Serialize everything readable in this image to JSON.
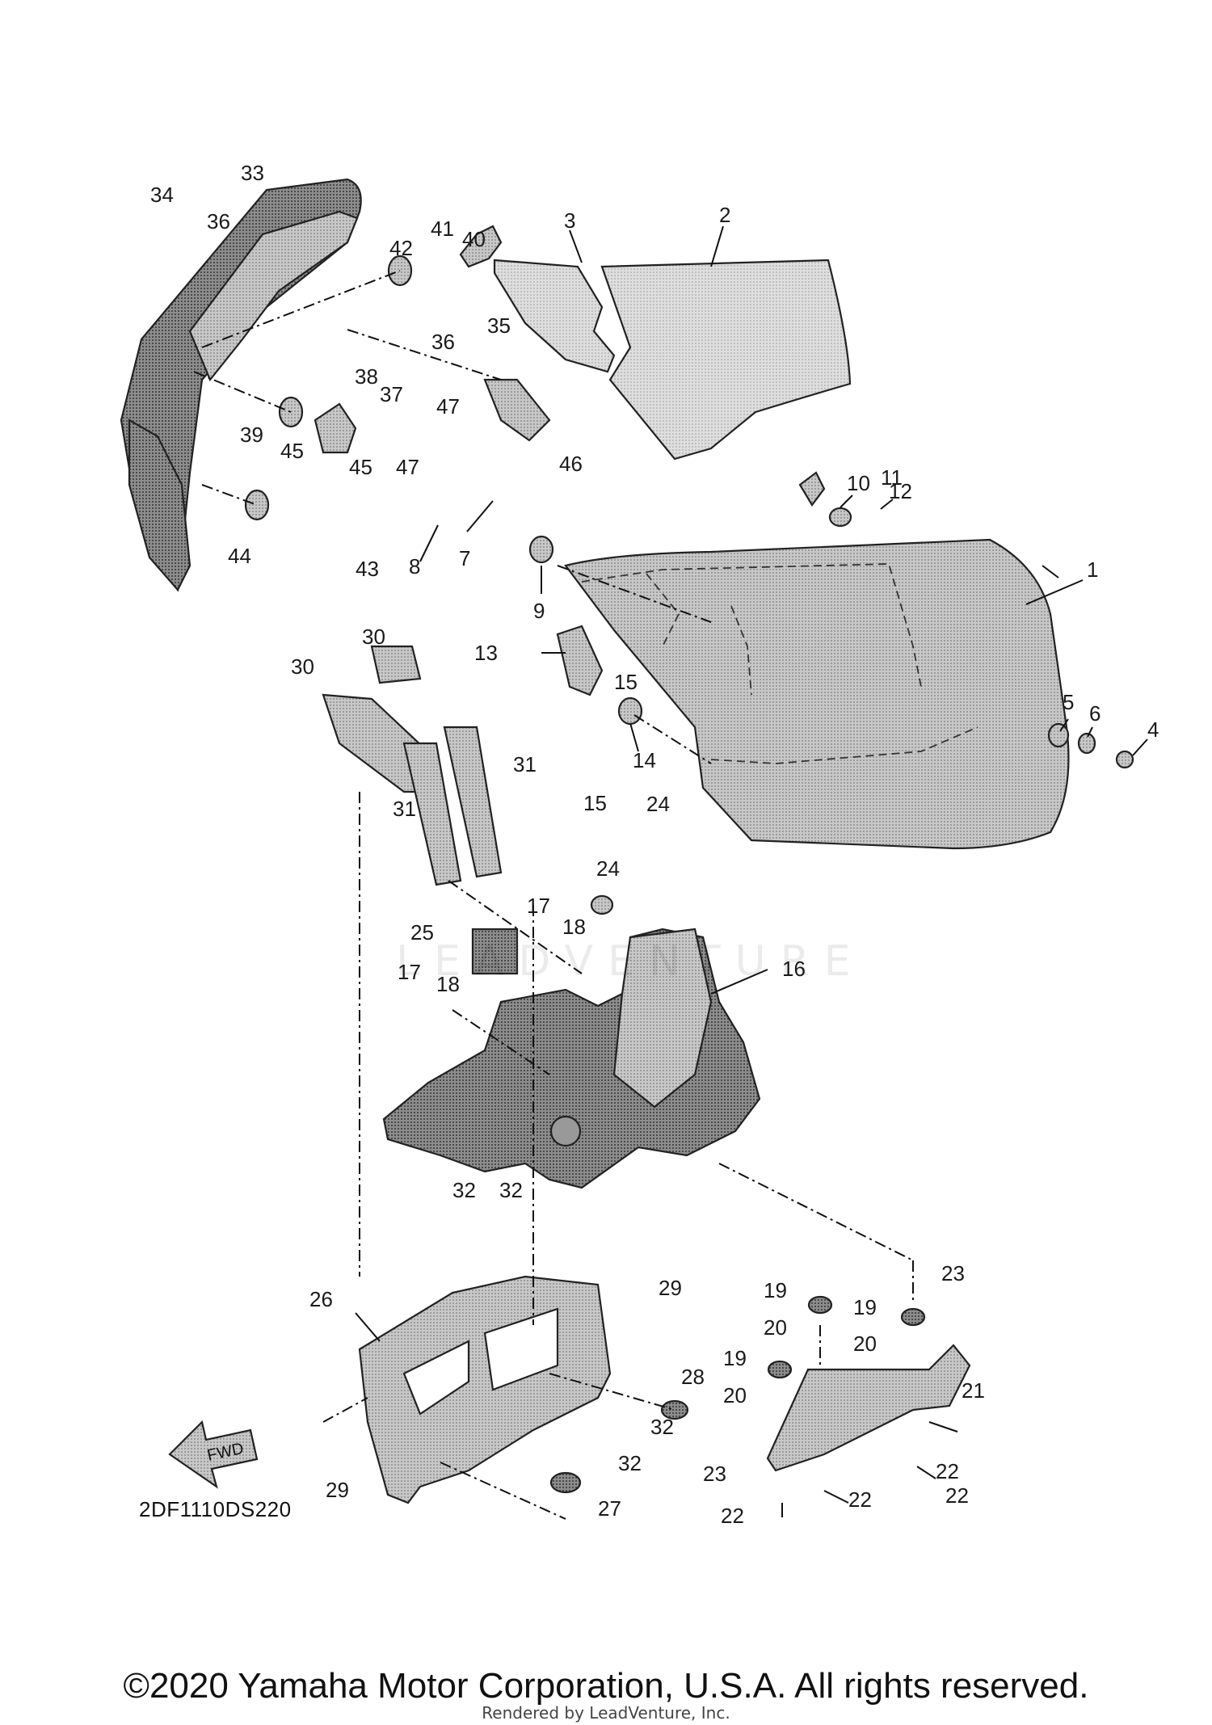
{
  "callouts": [
    "1",
    "2",
    "3",
    "4",
    "5",
    "6",
    "7",
    "8",
    "9",
    "10",
    "11",
    "12",
    "13",
    "14",
    "15",
    "15",
    "16",
    "17",
    "17",
    "18",
    "18",
    "19",
    "19",
    "19",
    "20",
    "20",
    "20",
    "21",
    "22",
    "22",
    "22",
    "22",
    "23",
    "23",
    "24",
    "24",
    "25",
    "26",
    "27",
    "28",
    "29",
    "29",
    "30",
    "30",
    "31",
    "31",
    "32",
    "32",
    "32",
    "32",
    "33",
    "34",
    "35",
    "36",
    "36",
    "37",
    "38",
    "39",
    "40",
    "41",
    "42",
    "43",
    "44",
    "45",
    "45",
    "46",
    "47",
    "47"
  ],
  "labels": {
    "fwd_arrow": "FWD",
    "drawing_code": "2DF1110DS220",
    "copyright": "©2020 Yamaha Motor Corporation, U.S.A. All rights reserved.",
    "rendered_by": "Rendered by LeadVenture, Inc.",
    "watermark": "LEADVENTURE"
  },
  "colors": {
    "part_fill": "#bdbdbd",
    "part_fill_dark": "#8a8a8a",
    "part_fill_light": "#d8d8d8",
    "line": "#111111"
  }
}
